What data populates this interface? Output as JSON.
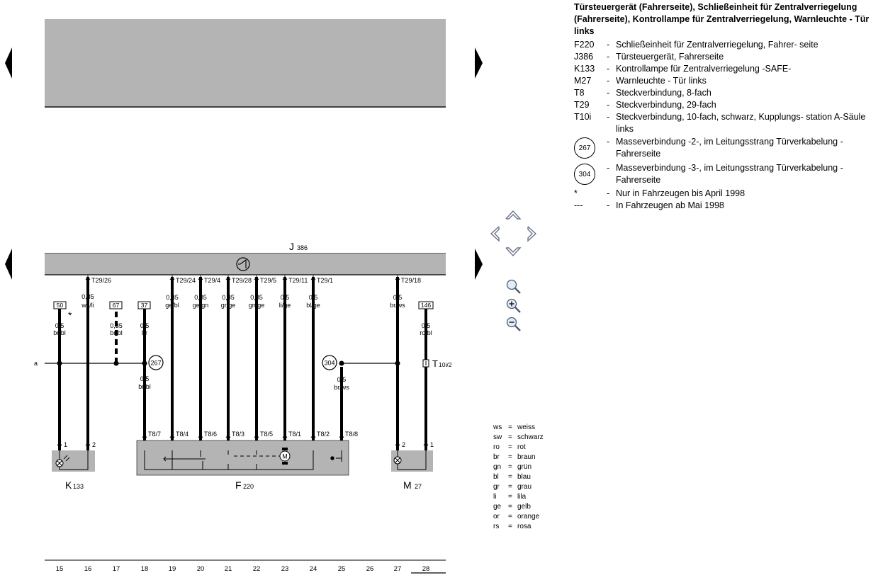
{
  "legend": {
    "title": "Türsteuergerät (Fahrerseite), Schließeinheit für Zentralverriegelung (Fahrerseite), Kontrollampe für Zentralverriegelung, Warnleuchte - Tür links",
    "items": [
      {
        "code": "F220",
        "text": "Schließeinheit für Zentralverriegelung, Fahrer- seite"
      },
      {
        "code": "J386",
        "text": "Türsteuergerät, Fahrerseite"
      },
      {
        "code": "K133",
        "text": "Kontrollampe für Zentralverriegelung -SAFE-"
      },
      {
        "code": "M27",
        "text": "Warnleuchte - Tür links"
      },
      {
        "code": "T8",
        "text": "Steckverbindung, 8-fach"
      },
      {
        "code": "T29",
        "text": "Steckverbindung, 29-fach"
      },
      {
        "code": "T10i",
        "text": "Steckverbindung, 10-fach, schwarz, Kupplungs- station A-Säule links"
      }
    ],
    "grounds": [
      {
        "code": "267",
        "text": "Masseverbindung -2-, im Leitungsstrang Türverkabelung - Fahrerseite"
      },
      {
        "code": "304",
        "text": "Masseverbindung -3-, im Leitungsstrang Türverkabelung - Fahrerseite"
      }
    ],
    "notes": [
      {
        "code": "*",
        "text": "Nur in Fahrzeugen bis April 1998"
      },
      {
        "code": "---",
        "text": "In Fahrzeugen ab Mai 1998"
      }
    ],
    "dash": "-"
  },
  "color_codes": [
    {
      "abbr": "ws",
      "eq": "=",
      "name": "weiss"
    },
    {
      "abbr": "sw",
      "eq": "=",
      "name": "schwarz"
    },
    {
      "abbr": "ro",
      "eq": "=",
      "name": "rot"
    },
    {
      "abbr": "br",
      "eq": "=",
      "name": "braun"
    },
    {
      "abbr": "gn",
      "eq": "=",
      "name": "grün"
    },
    {
      "abbr": "bl",
      "eq": "=",
      "name": "blau"
    },
    {
      "abbr": "gr",
      "eq": "=",
      "name": "grau"
    },
    {
      "abbr": "li",
      "eq": "=",
      "name": "lila"
    },
    {
      "abbr": "ge",
      "eq": "=",
      "name": "gelb"
    },
    {
      "abbr": "or",
      "eq": "=",
      "name": "orange"
    },
    {
      "abbr": "rs",
      "eq": "=",
      "name": "rosa"
    }
  ],
  "components": {
    "j386": {
      "letter": "J",
      "sub": "386"
    },
    "k133": {
      "letter": "K",
      "sub": "133"
    },
    "f220": {
      "letter": "F",
      "sub": "220"
    },
    "m27": {
      "letter": "M",
      "sub": "27"
    },
    "t10i": {
      "letter": "T",
      "sub": "10i/2"
    }
  },
  "bus_label": "a",
  "grounds_in_diagram": [
    "267",
    "304"
  ],
  "boxed_refs": [
    "50",
    "67",
    "37",
    "146"
  ],
  "asterisk": "*",
  "lamp_pins": {
    "k133_1": "1",
    "k133_2": "2",
    "m27_2": "2",
    "m27_1": "1"
  },
  "wires": [
    {
      "top": "",
      "spec": "0,5",
      "color": "br/bl",
      "bottom": ""
    },
    {
      "top": "T29/26",
      "spec": "0,35",
      "color": "ws/li",
      "bottom": ""
    },
    {
      "top": "",
      "spec": "0,35",
      "color": "br/bl",
      "bottom": ""
    },
    {
      "top": "",
      "spec": "0,5",
      "color": "br",
      "spec2": "0,5",
      "color2": "br/bl",
      "bottom": "T8/7"
    },
    {
      "top": "T29/24",
      "spec": "0,35",
      "color": "ge/bl",
      "bottom": "T8/4"
    },
    {
      "top": "T29/4",
      "spec": "0,35",
      "color": "ge/gn",
      "bottom": "T8/6"
    },
    {
      "top": "T29/28",
      "spec": "0,35",
      "color": "gr/ge",
      "bottom": "T8/3"
    },
    {
      "top": "T29/5",
      "spec": "0,35",
      "color": "gn/ge",
      "bottom": "T8/5"
    },
    {
      "top": "T29/11",
      "spec": "0,5",
      "color": "li/ge",
      "bottom": "T8/1"
    },
    {
      "top": "T29/1",
      "spec": "0,5",
      "color": "bl/ge",
      "bottom": "T8/2"
    },
    {
      "top": "",
      "spec": "0,5",
      "color": "br/ws",
      "bottom": "T8/8"
    },
    {
      "top": "T29/18",
      "spec": "0,5",
      "color": "br/ws",
      "bottom": ""
    },
    {
      "top": "",
      "spec": "0,5",
      "color": "ro/bl",
      "bottom": ""
    }
  ],
  "track_numbers": [
    "15",
    "16",
    "17",
    "18",
    "19",
    "20",
    "21",
    "22",
    "23",
    "24",
    "25",
    "26",
    "27",
    "28"
  ],
  "nav": {
    "prev_top": "previous page",
    "next_top": "next page",
    "prev_bottom": "previous page",
    "next_bottom": "next page",
    "pan": [
      "up",
      "left",
      "right",
      "down"
    ],
    "zoom": [
      "zoom-fit",
      "zoom-in",
      "zoom-out"
    ]
  },
  "colors": {
    "panel_gray": "#b4b4b4",
    "wire": "#000000"
  }
}
